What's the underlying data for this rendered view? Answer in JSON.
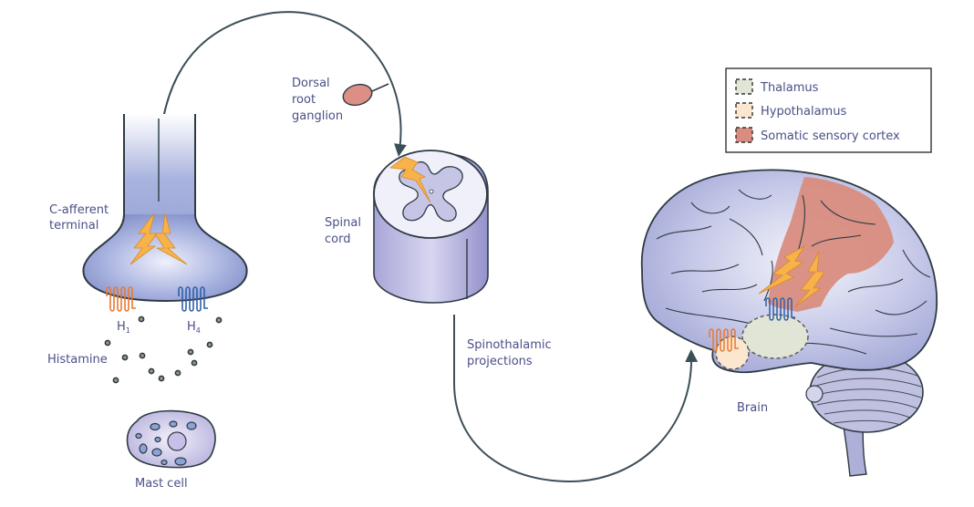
{
  "title": "Histamine itch pathway: C-afferent terminal to brain",
  "labels": {
    "c_afferent": [
      "C-afferent",
      "terminal"
    ],
    "h1": "H",
    "h1_sub": "1",
    "h4": "H",
    "h4_sub": "4",
    "histamine": "Histamine",
    "mast_cell": "Mast cell",
    "drg": [
      "Dorsal",
      "root",
      "ganglion"
    ],
    "spinal_cord": [
      "Spinal",
      "cord"
    ],
    "spinothalamic": [
      "Spinothalamic",
      "projections"
    ],
    "brain": "Brain"
  },
  "legend": {
    "items": [
      {
        "label": "Thalamus",
        "color": "#e1e5d6"
      },
      {
        "label": "Hypothalamus",
        "color": "#fbe6cf"
      },
      {
        "label": "Somatic sensory cortex",
        "color": "#d98d80"
      }
    ]
  },
  "colors": {
    "neuron_fill": "#8e9bd0",
    "tissue_fill": "#b9bde3",
    "outline": "#2e3a44",
    "arrow": "#3b4f57",
    "bolt": "#f7b24a",
    "h1_receptor": "#e8782f",
    "h4_receptor": "#2f5fa8",
    "ganglion": "#dc8f84",
    "text": "#4a4f86"
  }
}
